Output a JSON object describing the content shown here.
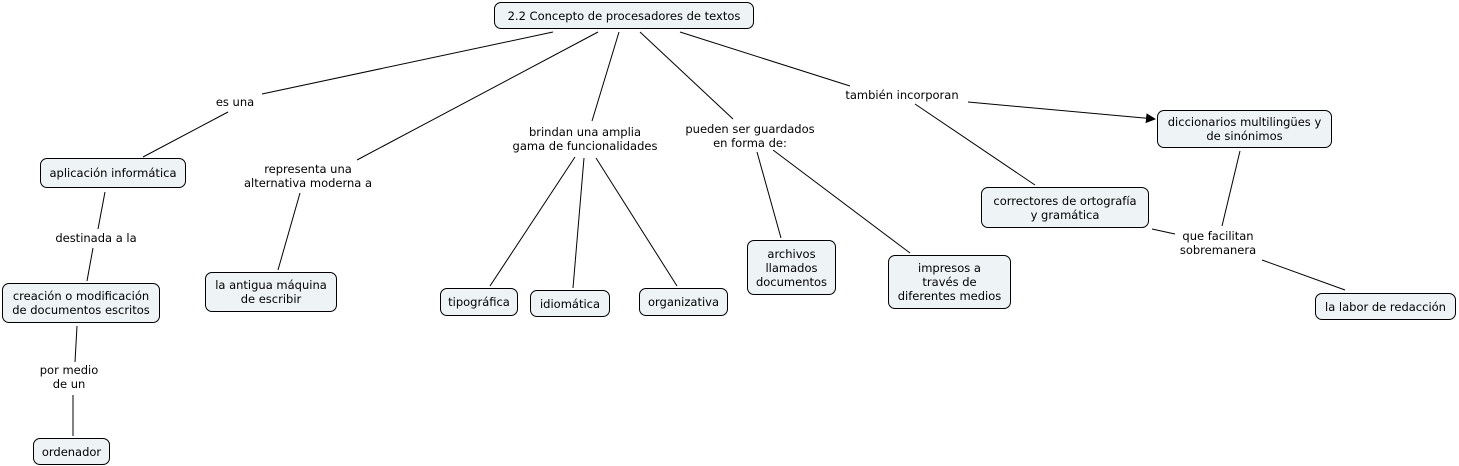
{
  "concepts": {
    "title": "2.2 Concepto de procesadores de textos",
    "aplicacion": "aplicación informática",
    "creacion": "creación o modificación\nde documentos escritos",
    "ordenador": "ordenador",
    "maquina": "la antigua máquina\nde escribir",
    "tipografica": "tipográfica",
    "idiomatica": "idiomática",
    "organizativa": "organizativa",
    "archivos": "archivos\nllamados\ndocumentos",
    "impresos": "impresos a\ntravés de\ndiferentes medios",
    "correctores": "correctores de ortografía\ny gramática",
    "diccionarios": "diccionarios multilingües y\nde sinónimos",
    "labor": "la labor de redacción"
  },
  "links": {
    "es_una": "es una",
    "destinada": "destinada a la",
    "por_medio": "por medio\nde un",
    "representa": "representa una\nalternativa moderna a",
    "brindan": "brindan una amplia\ngama de funcionalidades",
    "pueden": "pueden ser guardados\nen forma de:",
    "tambien": "también incorporan",
    "facilitan": "que facilitan\nsobremanera"
  }
}
